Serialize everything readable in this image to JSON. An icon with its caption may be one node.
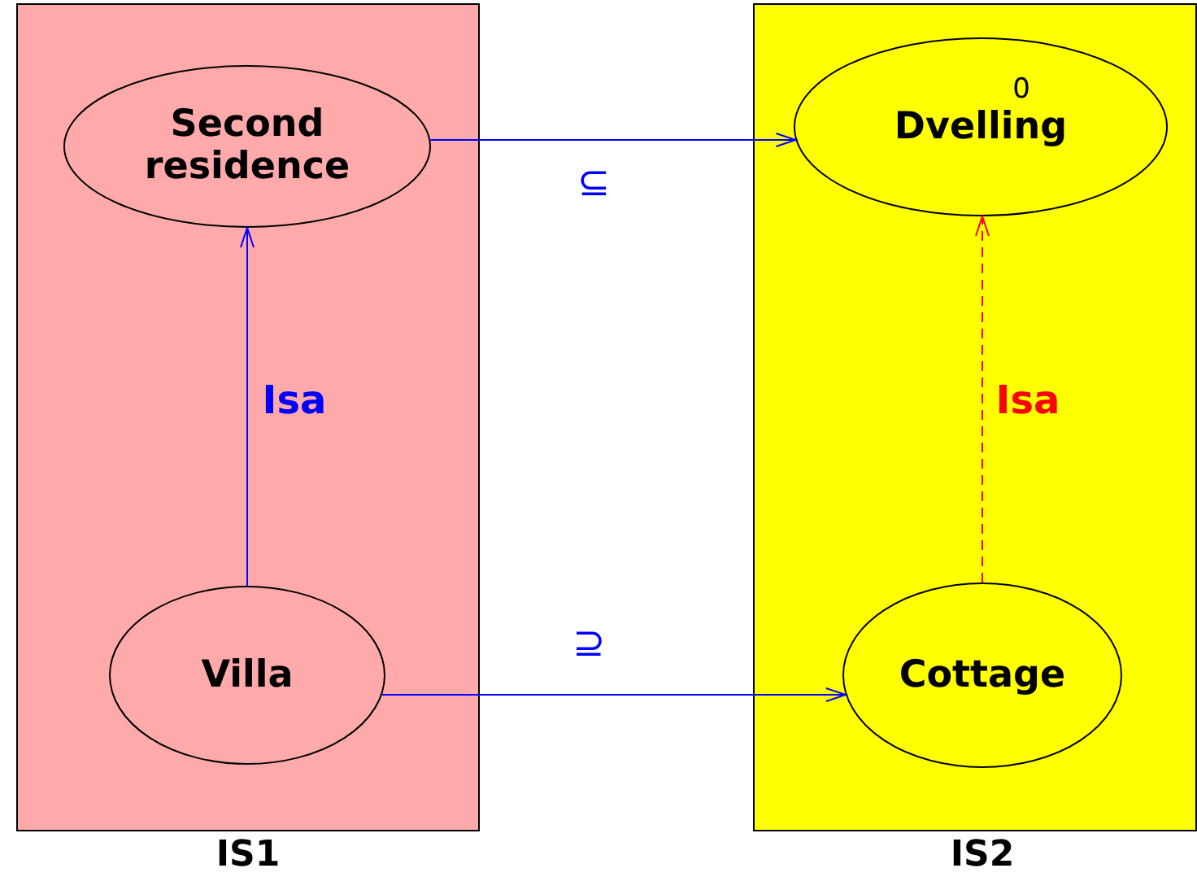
{
  "diagram": {
    "nodes": [
      {
        "text": [
          "IS1"
        ]
      },
      {
        "text": [
          "Second residence"
        ],
        "in": 0
      },
      {
        "text": [
          "Villa"
        ],
        "in": 0
      },
      {
        "text": [
          "IS2"
        ]
      },
      {
        "text": [
          "Dvelling"
        ],
        "in": 3
      },
      {
        "text": [
          "Cottage"
        ],
        "in": 3
      }
    ],
    "edges": [
      {
        "from": 1,
        "to": 4,
        "arrow": "to",
        "label": "⊆"
      },
      {
        "from": 2,
        "to": 5,
        "arrow": "to",
        "label": "⊇"
      },
      {
        "from": 2,
        "to": 1,
        "arrow": "to",
        "label": "Isa"
      },
      {
        "from": 5,
        "to": 4,
        "arrow": "to",
        "label": "Isa",
        "style": "dashed",
        "color": "#ff0000"
      }
    ],
    "labels": [
      "0"
    ]
  }
}
